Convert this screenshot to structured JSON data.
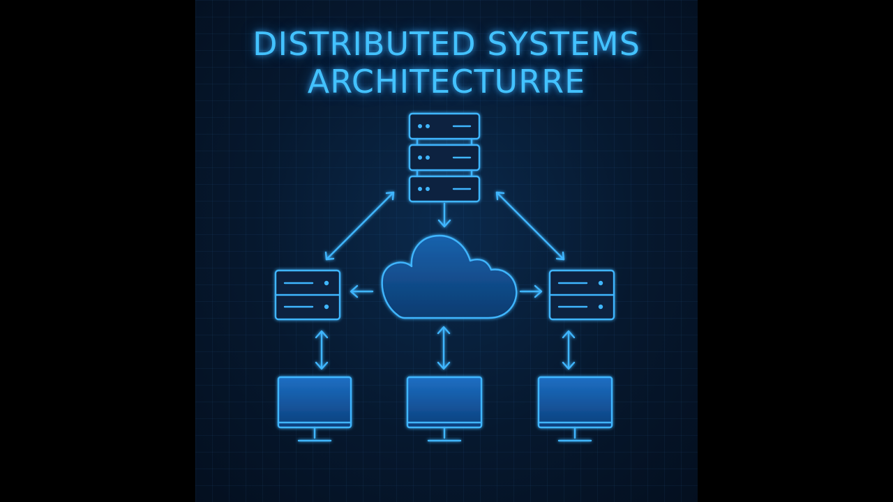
{
  "title": {
    "line1": "DISTRIBUTED SYSTEMS",
    "line2": "ARCHITECTURRE"
  },
  "diagram": {
    "nodes": [
      {
        "id": "central-server",
        "icon": "server-rack-icon"
      },
      {
        "id": "cloud",
        "icon": "cloud-icon"
      },
      {
        "id": "left-server",
        "icon": "server-icon"
      },
      {
        "id": "right-server",
        "icon": "server-icon"
      },
      {
        "id": "left-monitor",
        "icon": "monitor-icon"
      },
      {
        "id": "center-monitor",
        "icon": "monitor-icon"
      },
      {
        "id": "right-monitor",
        "icon": "monitor-icon"
      }
    ],
    "edges": [
      {
        "from": "central-server",
        "to": "cloud",
        "direction": "one-way"
      },
      {
        "from": "central-server",
        "to": "left-server",
        "direction": "two-way"
      },
      {
        "from": "central-server",
        "to": "right-server",
        "direction": "two-way"
      },
      {
        "from": "cloud",
        "to": "left-server",
        "direction": "one-way"
      },
      {
        "from": "cloud",
        "to": "right-server",
        "direction": "one-way"
      },
      {
        "from": "left-server",
        "to": "left-monitor",
        "direction": "two-way"
      },
      {
        "from": "cloud",
        "to": "center-monitor",
        "direction": "two-way"
      },
      {
        "from": "right-server",
        "to": "right-monitor",
        "direction": "two-way"
      }
    ]
  },
  "colors": {
    "background": "#06182e",
    "line": "#3fb6ff",
    "fill": "#0e4e8e",
    "title": "#43c2ff"
  }
}
